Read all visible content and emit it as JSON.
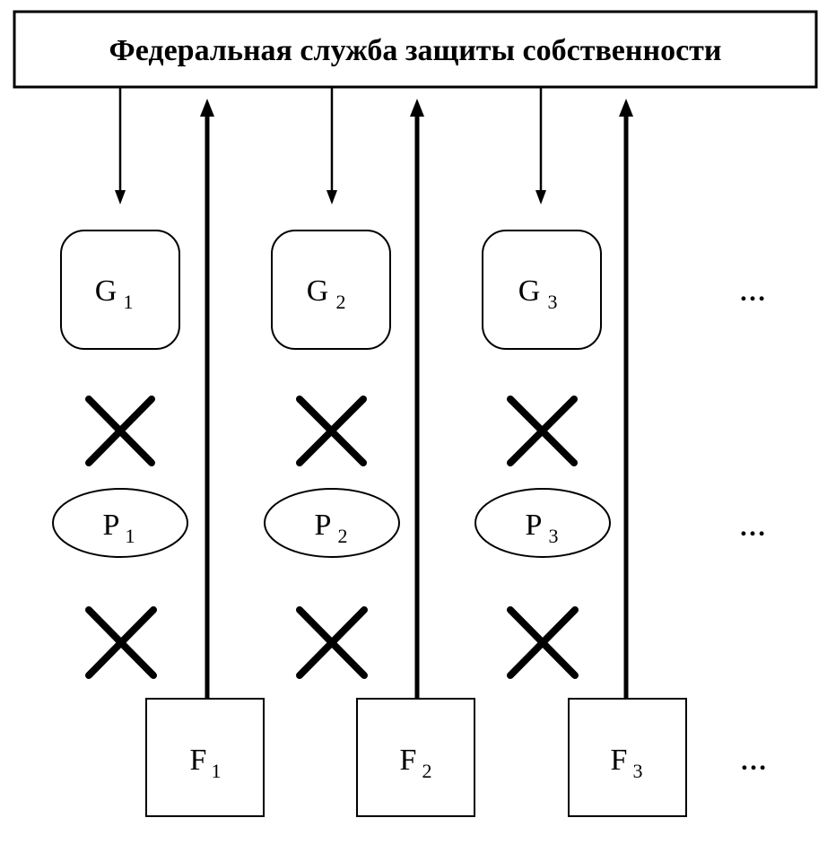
{
  "title": "Федеральная служба защиты собственности",
  "colors": {
    "stroke": "#000000",
    "background": "#ffffff"
  },
  "columns": [
    {
      "g": {
        "letter": "G",
        "index": "1"
      },
      "p": {
        "letter": "P",
        "index": "1"
      },
      "f": {
        "letter": "F",
        "index": "1"
      }
    },
    {
      "g": {
        "letter": "G",
        "index": "2"
      },
      "p": {
        "letter": "P",
        "index": "2"
      },
      "f": {
        "letter": "F",
        "index": "2"
      }
    },
    {
      "g": {
        "letter": "G",
        "index": "3"
      },
      "p": {
        "letter": "P",
        "index": "3"
      },
      "f": {
        "letter": "F",
        "index": "3"
      }
    }
  ],
  "continuation": {
    "g_row": "…",
    "p_row": "…",
    "f_row": "…"
  },
  "icons": {
    "conflict": "cross-icon"
  }
}
